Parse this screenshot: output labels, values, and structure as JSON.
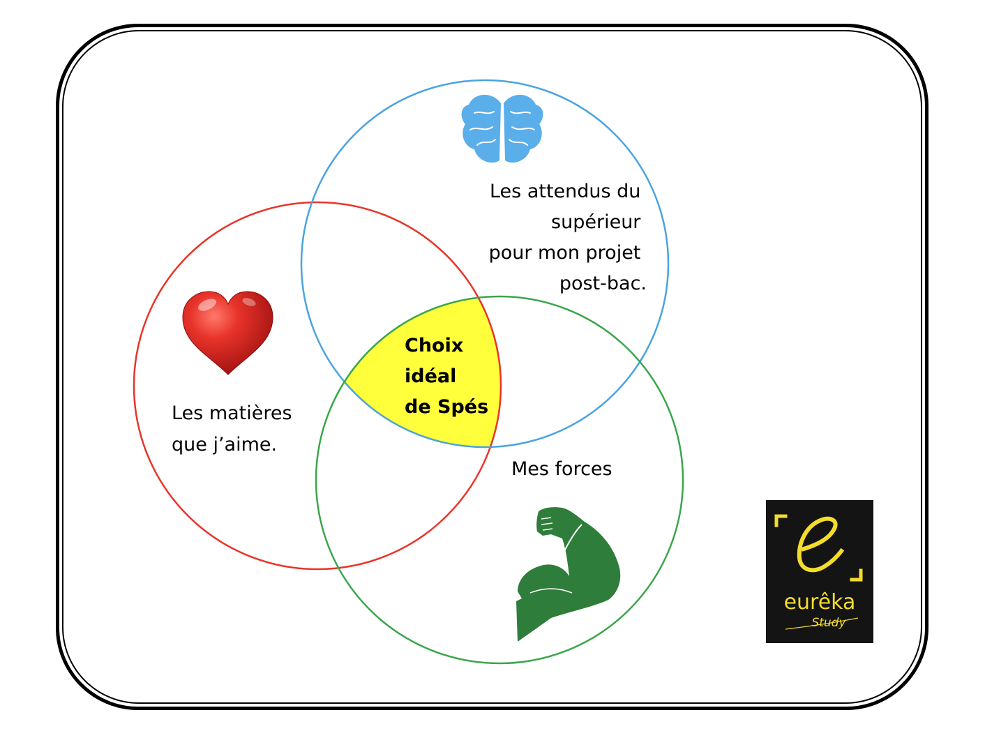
{
  "diagram": {
    "circles": [
      {
        "name": "passion",
        "color": "#e8342a",
        "icon": "heart-icon",
        "lines": [
          "Les matières",
          "que j’aime."
        ]
      },
      {
        "name": "expectations",
        "color": "#4aa3df",
        "icon": "brain-icon",
        "lines": [
          "Les attendus du",
          "supérieur",
          "pour mon projet",
          "post-bac."
        ]
      },
      {
        "name": "strengths",
        "color": "#3aa64b",
        "icon": "flexed-arm-icon",
        "lines": [
          "Mes forces"
        ]
      }
    ],
    "intersection": {
      "color": "#ffff3c",
      "lines": [
        "Choix",
        "idéal",
        "de Spés"
      ]
    }
  },
  "logo": {
    "icon": "eureka-e-icon",
    "accent_color": "#f4dc2a",
    "text": "eurêka",
    "subtext": "Study"
  }
}
